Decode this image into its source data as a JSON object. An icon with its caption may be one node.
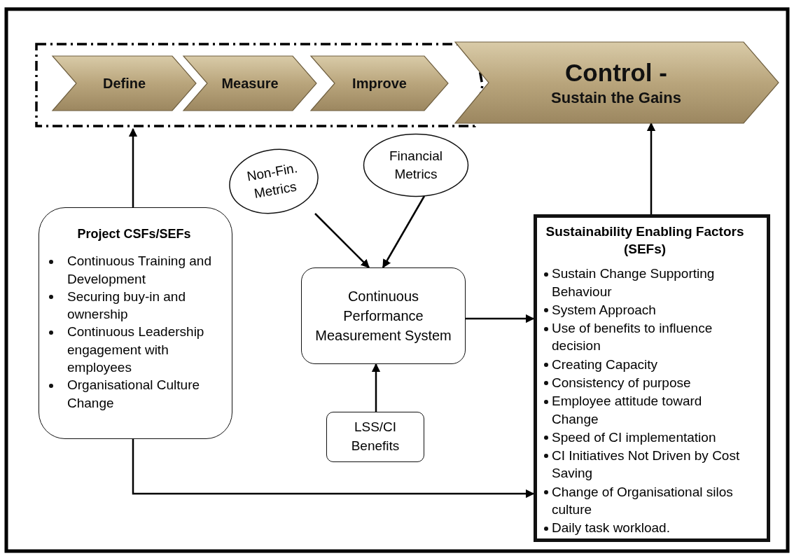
{
  "diagram": {
    "nodes": [
      {
        "text": [],
        "shape": "box"
      },
      {
        "text": [
          "Define"
        ],
        "in": 0
      },
      {
        "text": [
          "Measure"
        ],
        "in": 0
      },
      {
        "text": [
          "Improve"
        ],
        "in": 0
      },
      {
        "text": [
          "Control -",
          "Sustain the Gains"
        ]
      },
      {
        "text": [
          "Project CSFs/SEFs",
          "Continuous Training and Development",
          "Securing buy-in and ownership",
          "Continuous Leadership engagement with employees",
          "Organisational Culture Change"
        ]
      },
      {
        "text": [
          "Non-Fin. Metrics"
        ]
      },
      {
        "text": [
          "Financial Metrics"
        ]
      },
      {
        "text": [
          "Continuous Performance Measurement System"
        ]
      },
      {
        "text": [
          "LSS/CI Benefits"
        ]
      },
      {
        "text": [
          "Sustainability Enabling Factors (SEFs)",
          "Sustain Change Supporting Behaviour",
          "System Approach",
          "Use of benefits to influence decision",
          "Creating Capacity",
          "Consistency of purpose",
          "Employee attitude toward Change",
          "Speed of CI implementation",
          "CI Initiatives Not Driven by Cost Saving",
          "Change of Organisational silos culture",
          "Daily task workload."
        ]
      }
    ],
    "edges": [
      {
        "from": 5,
        "to": 0,
        "arrow": "to"
      },
      {
        "from": 10,
        "to": 4,
        "arrow": "to"
      },
      {
        "from": 6,
        "to": 8,
        "arrow": "to"
      },
      {
        "from": 7,
        "to": 8,
        "arrow": "to"
      },
      {
        "from": 9,
        "to": 8,
        "arrow": "to"
      },
      {
        "from": 8,
        "to": 10,
        "arrow": "to"
      },
      {
        "from": 5,
        "to": 10,
        "arrow": "to"
      }
    ]
  }
}
